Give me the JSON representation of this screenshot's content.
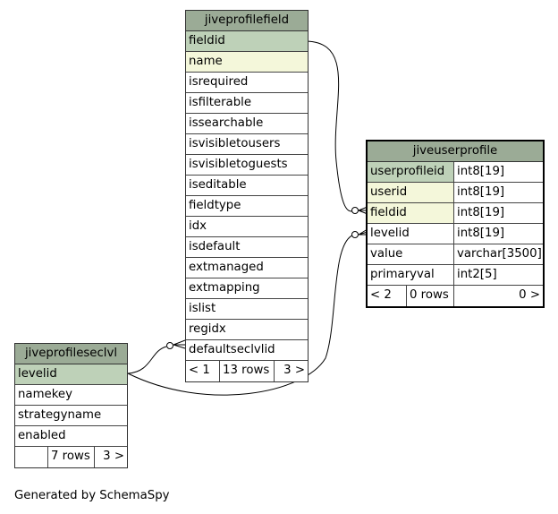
{
  "tables": {
    "jiveprofilefield": {
      "name": "jiveprofilefield",
      "columns": [
        "fieldid",
        "name",
        "isrequired",
        "isfilterable",
        "issearchable",
        "isvisibletousers",
        "isvisibletoguests",
        "iseditable",
        "fieldtype",
        "idx",
        "isdefault",
        "extmanaged",
        "extmapping",
        "islist",
        "regidx",
        "defaultseclvlid"
      ],
      "footer": {
        "parents": "< 1",
        "rows": "13 rows",
        "children": "3 >"
      }
    },
    "jiveuserprofile": {
      "name": "jiveuserprofile",
      "columns": [
        {
          "name": "userprofileid",
          "type": "int8[19]"
        },
        {
          "name": "userid",
          "type": "int8[19]"
        },
        {
          "name": "fieldid",
          "type": "int8[19]"
        },
        {
          "name": "levelid",
          "type": "int8[19]"
        },
        {
          "name": "value",
          "type": "varchar[3500]"
        },
        {
          "name": "primaryval",
          "type": "int2[5]"
        }
      ],
      "footer": {
        "parents": "< 2",
        "rows": "0 rows",
        "children": "0 >"
      }
    },
    "jiveprofileseclvl": {
      "name": "jiveprofileseclvl",
      "columns": [
        "levelid",
        "namekey",
        "strategyname",
        "enabled"
      ],
      "footer": {
        "parents": "",
        "rows": "7 rows",
        "children": "3 >"
      }
    }
  },
  "footer_text": "Generated by SchemaSpy",
  "colors": {
    "header": "#9bab96",
    "primary_key": "#bed1b8",
    "foreign_key": "#f4f7da"
  }
}
